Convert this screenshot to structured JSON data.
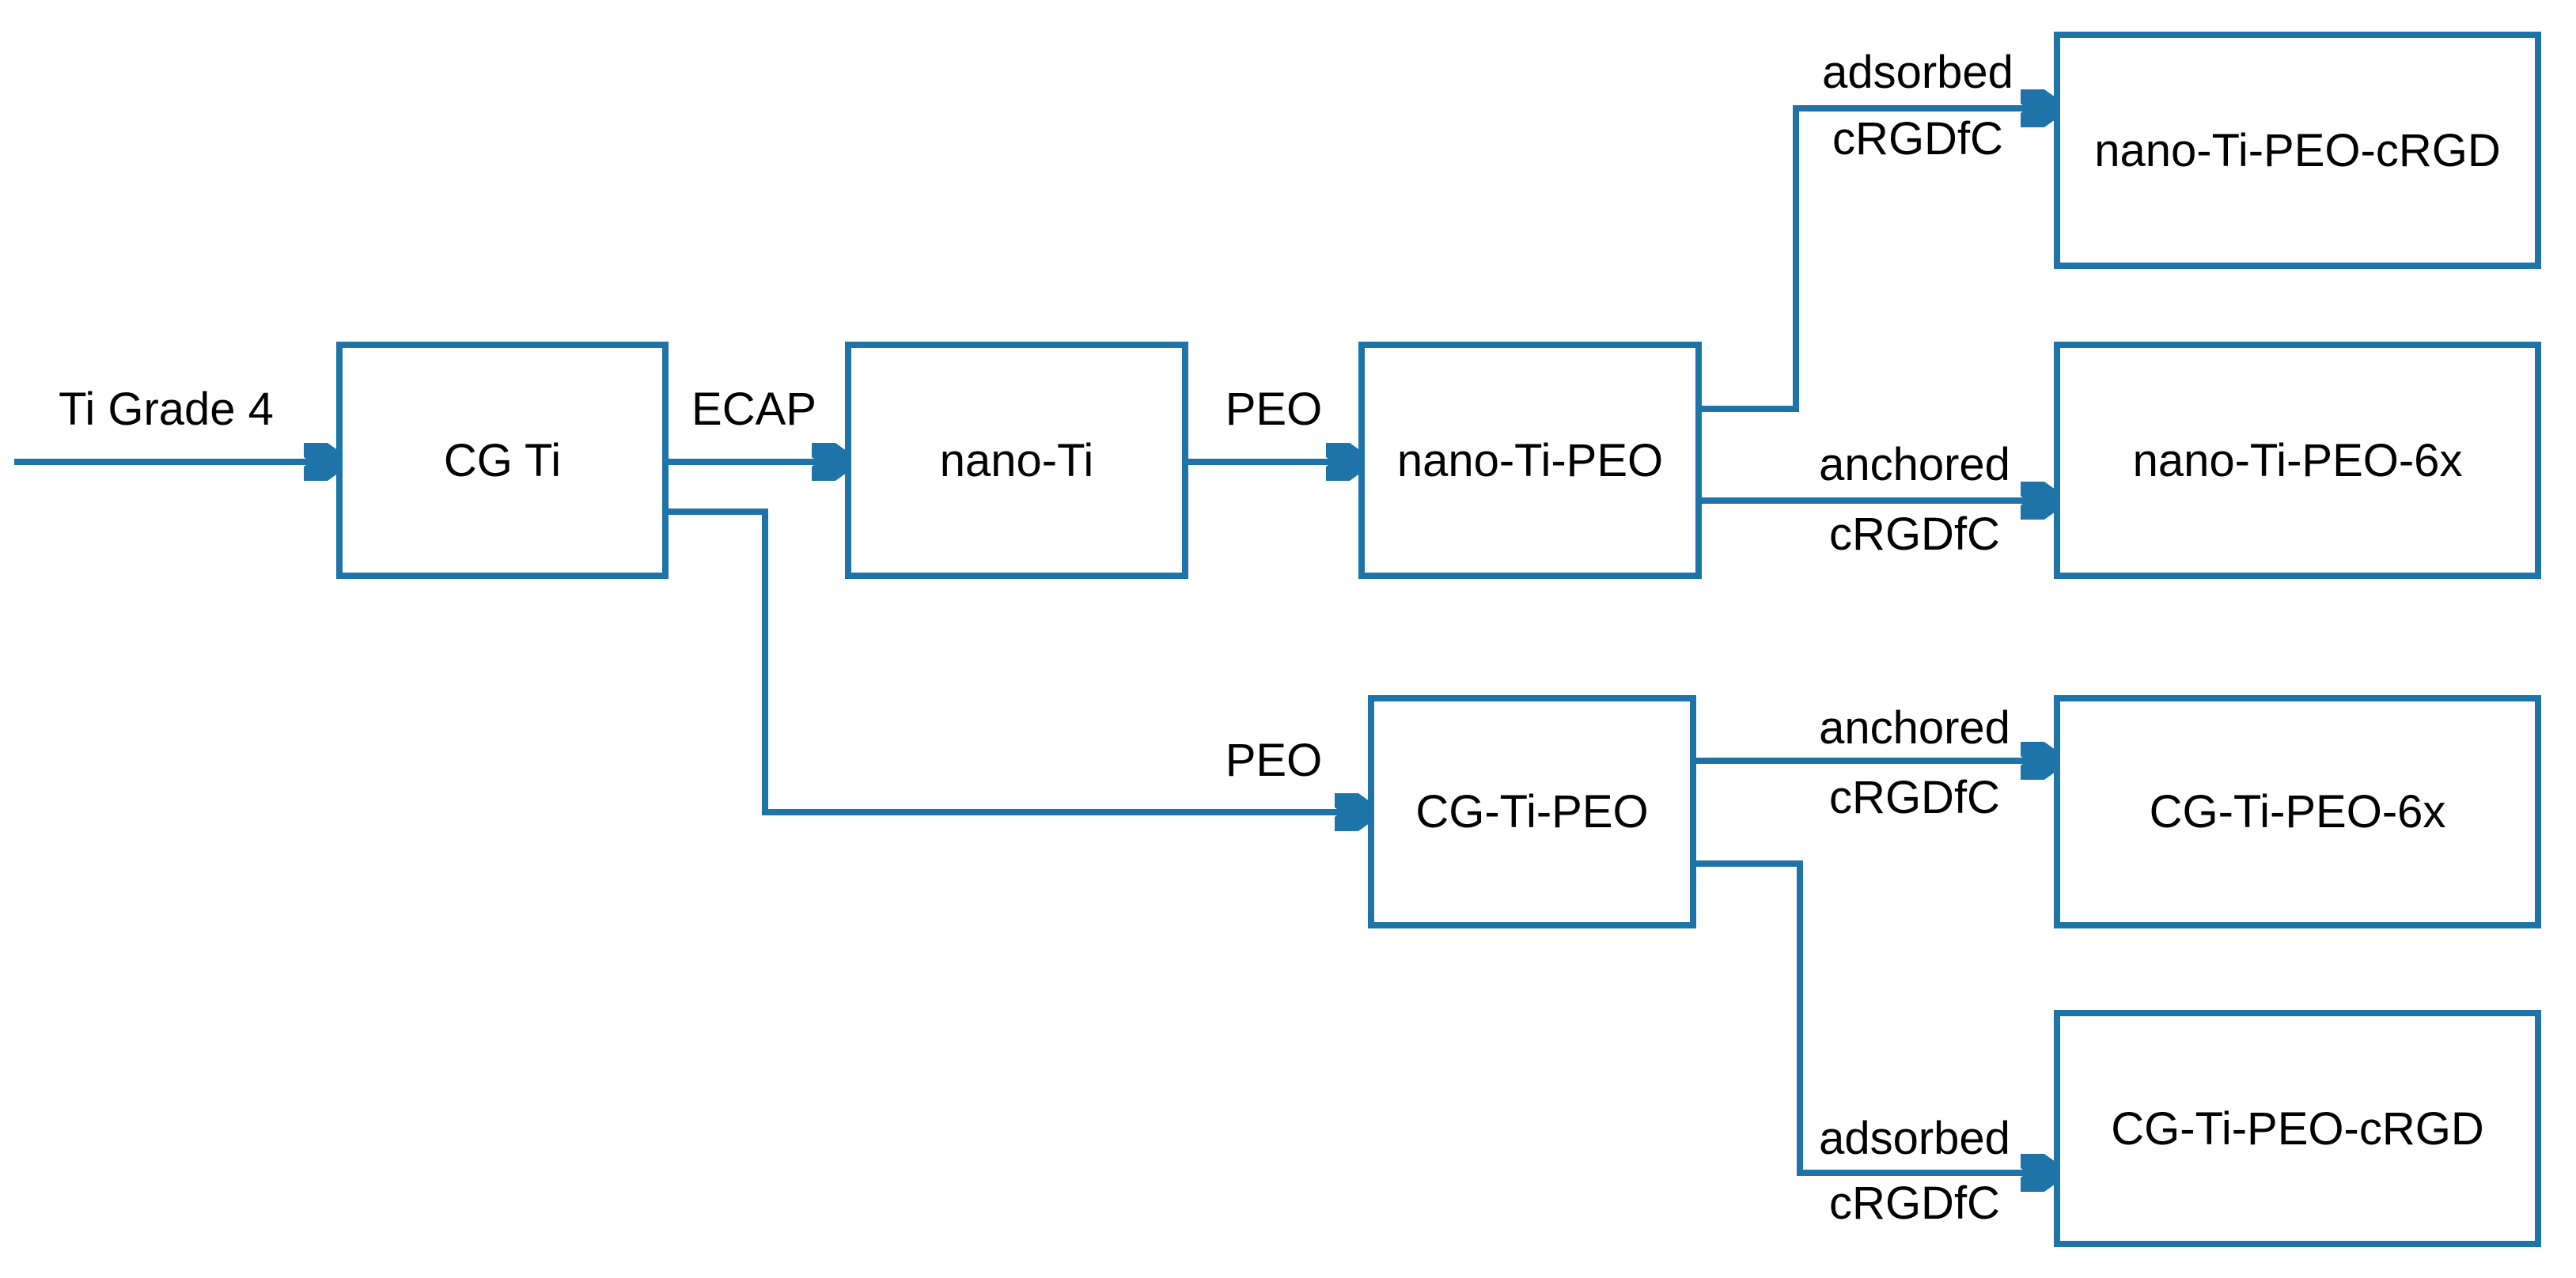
{
  "diagram": {
    "type": "flowchart",
    "accent_color": "#1E74A8",
    "background_color": "#FFFFFF",
    "text_color": "#000000",
    "nodes": {
      "cg_ti": "CG Ti",
      "nano_ti": "nano-Ti",
      "nano_ti_peo": "nano-Ti-PEO",
      "nano_ti_peo_crgd": "nano-Ti-PEO-cRGD",
      "nano_ti_peo_6x": "nano-Ti-PEO-6x",
      "cg_ti_peo": "CG-Ti-PEO",
      "cg_ti_peo_6x": "CG-Ti-PEO-6x",
      "cg_ti_peo_crgd": "CG-Ti-PEO-cRGD"
    },
    "labels": {
      "input": "Ti Grade 4",
      "ecap": "ECAP",
      "peo_top": "PEO",
      "peo_bottom": "PEO",
      "adsorbed_top": {
        "line1": "adsorbed",
        "line2": "cRGDfC"
      },
      "anchored_top": {
        "line1": "anchored",
        "line2": "cRGDfC"
      },
      "anchored_bottom": {
        "line1": "anchored",
        "line2": "cRGDfC"
      },
      "adsorbed_bottom": {
        "line1": "adsorbed",
        "line2": "cRGDfC"
      }
    },
    "edges": [
      {
        "from": "input",
        "to": "cg_ti",
        "label": "Ti Grade 4"
      },
      {
        "from": "cg_ti",
        "to": "nano_ti",
        "label": "ECAP"
      },
      {
        "from": "nano_ti",
        "to": "nano_ti_peo",
        "label": "PEO"
      },
      {
        "from": "cg_ti",
        "to": "cg_ti_peo",
        "label": "PEO"
      },
      {
        "from": "nano_ti_peo",
        "to": "nano_ti_peo_crgd",
        "label": "adsorbed cRGDfC"
      },
      {
        "from": "nano_ti_peo",
        "to": "nano_ti_peo_6x",
        "label": "anchored cRGDfC"
      },
      {
        "from": "cg_ti_peo",
        "to": "cg_ti_peo_6x",
        "label": "anchored cRGDfC"
      },
      {
        "from": "cg_ti_peo",
        "to": "cg_ti_peo_crgd",
        "label": "adsorbed cRGDfC"
      }
    ]
  }
}
